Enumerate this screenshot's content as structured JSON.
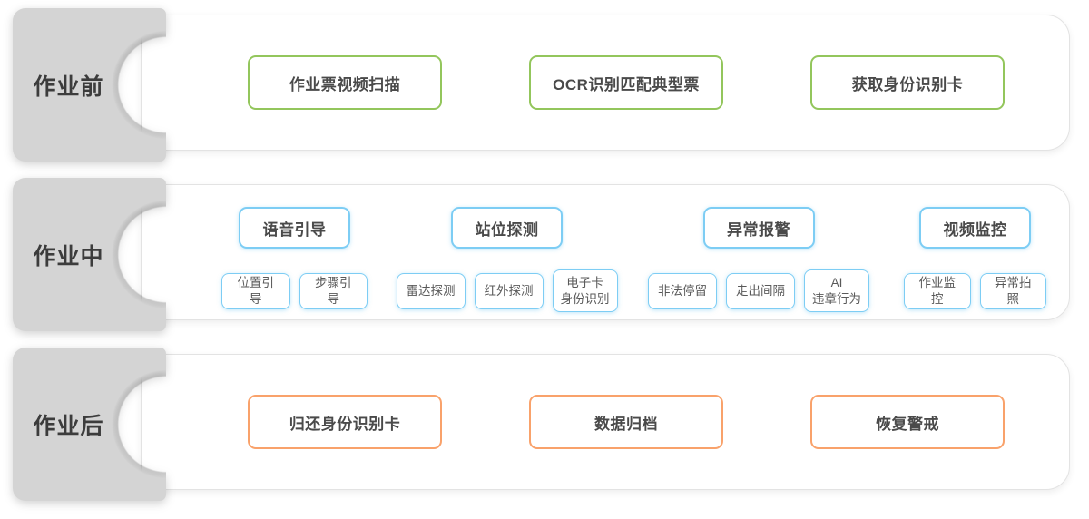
{
  "colors": {
    "green": "#93c65c",
    "blue": "#7dcdf4",
    "orange": "#f9a26b",
    "tab_bg": "#d4d4d4",
    "tab_text": "#3c3c3c",
    "box_text": "#4a4a4a",
    "sub_text": "#595959",
    "panel_border": "#e3e3e3"
  },
  "rows": [
    {
      "label": "作业前",
      "boxes": [
        "作业票视频扫描",
        "OCR识别匹配典型票",
        "获取身份识别卡"
      ]
    },
    {
      "label": "作业中",
      "groups": [
        {
          "header": "语音引导",
          "subs": [
            "位置引导",
            "步骤引导"
          ]
        },
        {
          "header": "站位探测",
          "subs": [
            "雷达探测",
            "红外探测",
            "电子卡\n身份识别"
          ]
        },
        {
          "header": "异常报警",
          "subs": [
            "非法停留",
            "走出间隔",
            "AI\n违章行为"
          ]
        },
        {
          "header": "视频监控",
          "subs": [
            "作业监控",
            "异常拍照"
          ]
        }
      ]
    },
    {
      "label": "作业后",
      "boxes": [
        "归还身份识别卡",
        "数据归档",
        "恢复警戒"
      ]
    }
  ]
}
